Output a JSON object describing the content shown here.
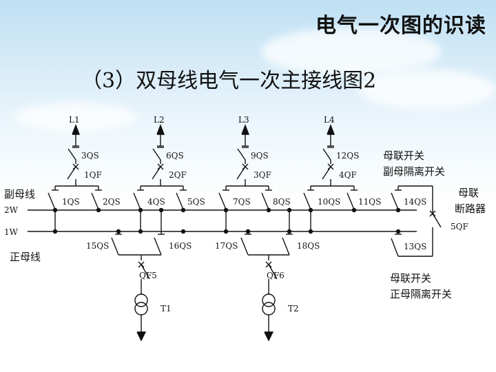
{
  "header": {
    "title": "电气一次图的识读",
    "subtitle": "（3）双母线电气一次主接线图2"
  },
  "diagram": {
    "buses": {
      "aux_name": "副母线",
      "aux_id": "2W",
      "main_name": "正母线",
      "main_id": "1W"
    },
    "lines": [
      "L1",
      "L2",
      "L3",
      "L4"
    ],
    "line_isolators": [
      "3QS",
      "6QS",
      "9QS",
      "12QS"
    ],
    "line_breakers": [
      "1QF",
      "2QF",
      "3QF",
      "4QF"
    ],
    "bus_isolators": [
      "1QS",
      "2QS",
      "4QS",
      "5QS",
      "7QS",
      "8QS",
      "10QS",
      "11QS"
    ],
    "transformer_isolators": [
      "15QS",
      "16QS",
      "17QS",
      "18QS"
    ],
    "transformer_breakers": [
      "QF5",
      "QF6"
    ],
    "transformers": [
      "T1",
      "T2"
    ],
    "coupler": {
      "upper_isolator": "14QS",
      "lower_isolator": "13QS",
      "breaker": "5QF",
      "note_top_1": "母联开关",
      "note_top_2": "副母隔离开关",
      "note_breaker_1": "母联",
      "note_breaker_2": "断路器",
      "note_bottom_1": "母联开关",
      "note_bottom_2": "正母隔离开关"
    }
  }
}
